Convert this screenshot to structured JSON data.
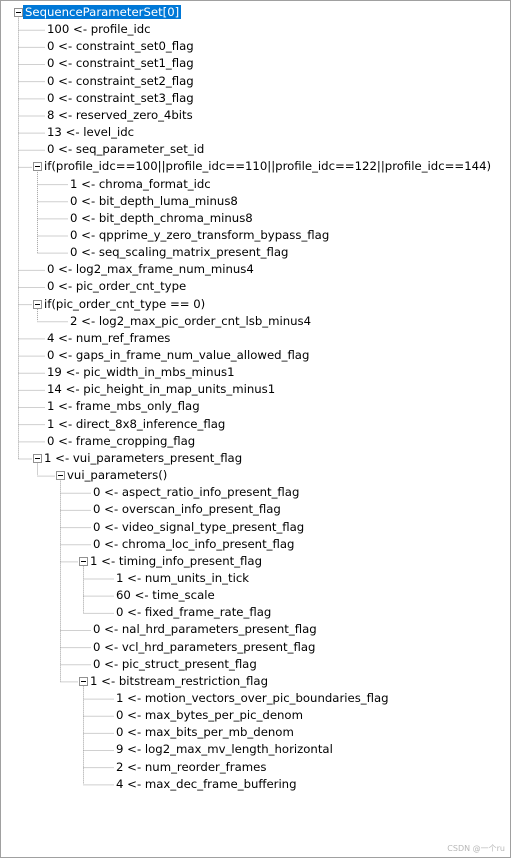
{
  "tree": {
    "root": "SequenceParameterSet[0]",
    "items": [
      {
        "level": 1,
        "text": "100 <- profile_idc"
      },
      {
        "level": 1,
        "text": "0 <- constraint_set0_flag"
      },
      {
        "level": 1,
        "text": "0 <- constraint_set1_flag"
      },
      {
        "level": 1,
        "text": "0 <- constraint_set2_flag"
      },
      {
        "level": 1,
        "text": "0 <- constraint_set3_flag"
      },
      {
        "level": 1,
        "text": "8 <- reserved_zero_4bits"
      },
      {
        "level": 1,
        "text": "13 <- level_idc"
      },
      {
        "level": 1,
        "text": "0 <- seq_parameter_set_id"
      },
      {
        "level": 1,
        "text": "if(profile_idc==100||profile_idc==110||profile_idc==122||profile_idc==144)",
        "expanded": true
      },
      {
        "level": 2,
        "text": "1 <- chroma_format_idc"
      },
      {
        "level": 2,
        "text": "0 <- bit_depth_luma_minus8"
      },
      {
        "level": 2,
        "text": "0 <- bit_depth_chroma_minus8"
      },
      {
        "level": 2,
        "text": "0 <- qpprime_y_zero_transform_bypass_flag"
      },
      {
        "level": 2,
        "text": "0 <- seq_scaling_matrix_present_flag"
      },
      {
        "level": 1,
        "text": "0 <- log2_max_frame_num_minus4"
      },
      {
        "level": 1,
        "text": "0 <- pic_order_cnt_type"
      },
      {
        "level": 1,
        "text": "if(pic_order_cnt_type == 0)",
        "expanded": true
      },
      {
        "level": 2,
        "text": "2 <- log2_max_pic_order_cnt_lsb_minus4"
      },
      {
        "level": 1,
        "text": "4 <- num_ref_frames"
      },
      {
        "level": 1,
        "text": "0 <- gaps_in_frame_num_value_allowed_flag"
      },
      {
        "level": 1,
        "text": "19 <- pic_width_in_mbs_minus1"
      },
      {
        "level": 1,
        "text": "14 <- pic_height_in_map_units_minus1"
      },
      {
        "level": 1,
        "text": "1 <- frame_mbs_only_flag"
      },
      {
        "level": 1,
        "text": "1 <- direct_8x8_inference_flag"
      },
      {
        "level": 1,
        "text": "0 <- frame_cropping_flag"
      },
      {
        "level": 1,
        "text": "1 <- vui_parameters_present_flag",
        "expanded": true
      },
      {
        "level": 2,
        "text": "vui_parameters()",
        "expanded": true
      },
      {
        "level": 3,
        "text": "0 <- aspect_ratio_info_present_flag"
      },
      {
        "level": 3,
        "text": "0 <- overscan_info_present_flag"
      },
      {
        "level": 3,
        "text": "0 <- video_signal_type_present_flag"
      },
      {
        "level": 3,
        "text": "0 <- chroma_loc_info_present_flag"
      },
      {
        "level": 3,
        "text": "1 <- timing_info_present_flag",
        "expanded": true
      },
      {
        "level": 4,
        "text": "1 <- num_units_in_tick"
      },
      {
        "level": 4,
        "text": "60 <- time_scale"
      },
      {
        "level": 4,
        "text": "0 <- fixed_frame_rate_flag"
      },
      {
        "level": 3,
        "text": "0 <- nal_hrd_parameters_present_flag"
      },
      {
        "level": 3,
        "text": "0 <- vcl_hrd_parameters_present_flag"
      },
      {
        "level": 3,
        "text": "0 <- pic_struct_present_flag"
      },
      {
        "level": 3,
        "text": "1 <- bitstream_restriction_flag",
        "expanded": true
      },
      {
        "level": 4,
        "text": "1 <- motion_vectors_over_pic_boundaries_flag"
      },
      {
        "level": 4,
        "text": "0 <- max_bytes_per_pic_denom"
      },
      {
        "level": 4,
        "text": "0 <- max_bits_per_mb_denom"
      },
      {
        "level": 4,
        "text": "9 <- log2_max_mv_length_horizontal"
      },
      {
        "level": 4,
        "text": "2 <- num_reorder_frames"
      },
      {
        "level": 4,
        "text": "4 <- max_dec_frame_buffering"
      }
    ]
  },
  "watermark": "CSDN @一个ru",
  "colors": {
    "selection": "#0078d7",
    "lines": "#a0a0a0"
  }
}
